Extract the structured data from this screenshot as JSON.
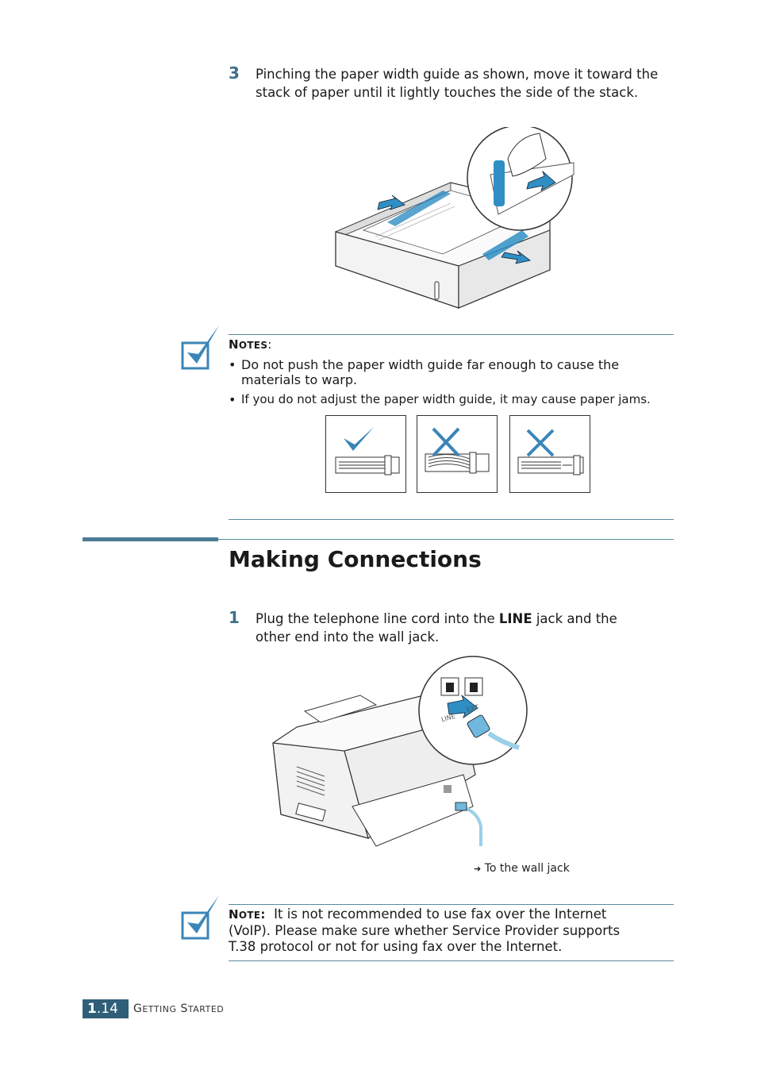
{
  "step3": {
    "number": "3",
    "text_line1": "Pinching the paper width guide as shown, move it toward the",
    "text_line2": "stack of paper until it lightly touches the side of the stack."
  },
  "notes1": {
    "title_first": "N",
    "title_rest": "OTES",
    "title_colon": ":",
    "bullets": [
      {
        "line1": "Do not push the paper width guide far enough to cause the",
        "line2": "materials to warp."
      },
      {
        "line1": "If you do not adjust the paper width guide, it may cause paper jams.",
        "line2": ""
      }
    ],
    "bullet_glyph": "•"
  },
  "section": {
    "title": "Making Connections"
  },
  "step1": {
    "number": "1",
    "text_before": "Plug the telephone line cord into the ",
    "text_bold": "LINE",
    "text_after": " jack and the",
    "text_line2": "other end into the wall jack."
  },
  "jack_labels": {
    "line": "LINE",
    "ext": "EXT"
  },
  "wall_caption": {
    "arrow": "➜",
    "text": "To the wall jack"
  },
  "note2": {
    "title_first": "N",
    "title_rest": "OTE",
    "title_colon": ":",
    "line1": "It is not recommended to use fax over the Internet",
    "line2": "(VoIP). Please make sure whether Service Provider supports",
    "line3": "T.38 protocol or not for using fax over the Internet."
  },
  "footer": {
    "chapter": "1",
    "page": ".14",
    "title_g": "G",
    "title_etting": "ETTING",
    "title_s": "S",
    "title_tarted": "TARTED"
  },
  "colors": {
    "accent": "#3f6f86",
    "rule": "#5a8aa0",
    "guide_blue": "#2f8fc4",
    "check_blue": "#3a86b8"
  }
}
